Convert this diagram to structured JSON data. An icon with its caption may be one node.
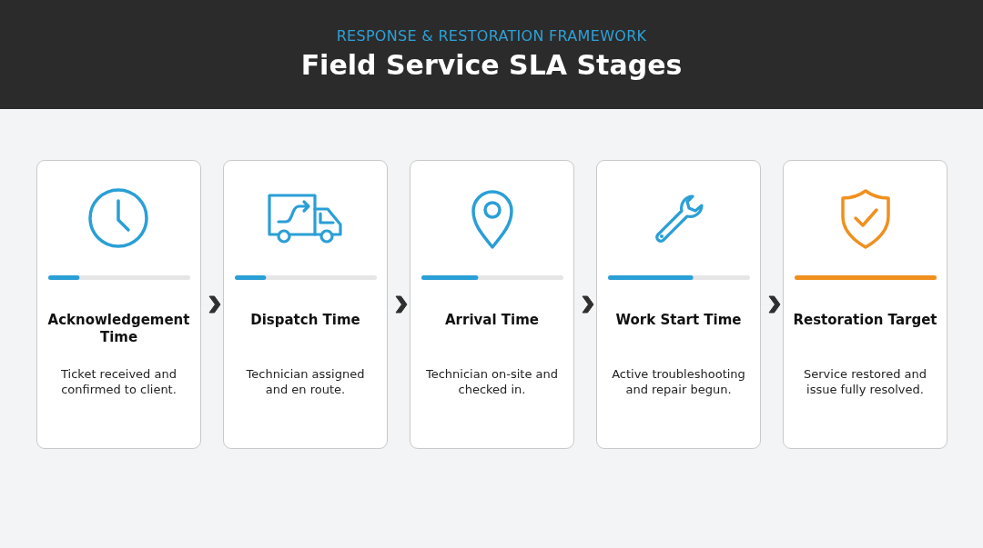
{
  "diagram": {
    "title": "Field Service SLA Stages",
    "labels": [
      "RESPONSE & RESTORATION FRAMEWORK"
    ],
    "nodes": [
      {
        "text": [
          "Acknowledgement Time",
          "Ticket received and confirmed to client."
        ]
      },
      {
        "text": [
          "Dispatch Time",
          "Technician assigned and en route."
        ]
      },
      {
        "text": [
          "Arrival Time",
          "Technician on-site and checked in."
        ]
      },
      {
        "text": [
          "Work Start Time",
          "Active troubleshooting and repair begun."
        ]
      },
      {
        "text": [
          "Restoration Target",
          "Service restored and issue fully resolved."
        ]
      }
    ],
    "edges": [
      {
        "from": 0,
        "to": 1,
        "arrow": "to"
      },
      {
        "from": 1,
        "to": 2,
        "arrow": "to"
      },
      {
        "from": 2,
        "to": 3,
        "arrow": "to"
      },
      {
        "from": 3,
        "to": 4,
        "arrow": "to"
      }
    ]
  }
}
